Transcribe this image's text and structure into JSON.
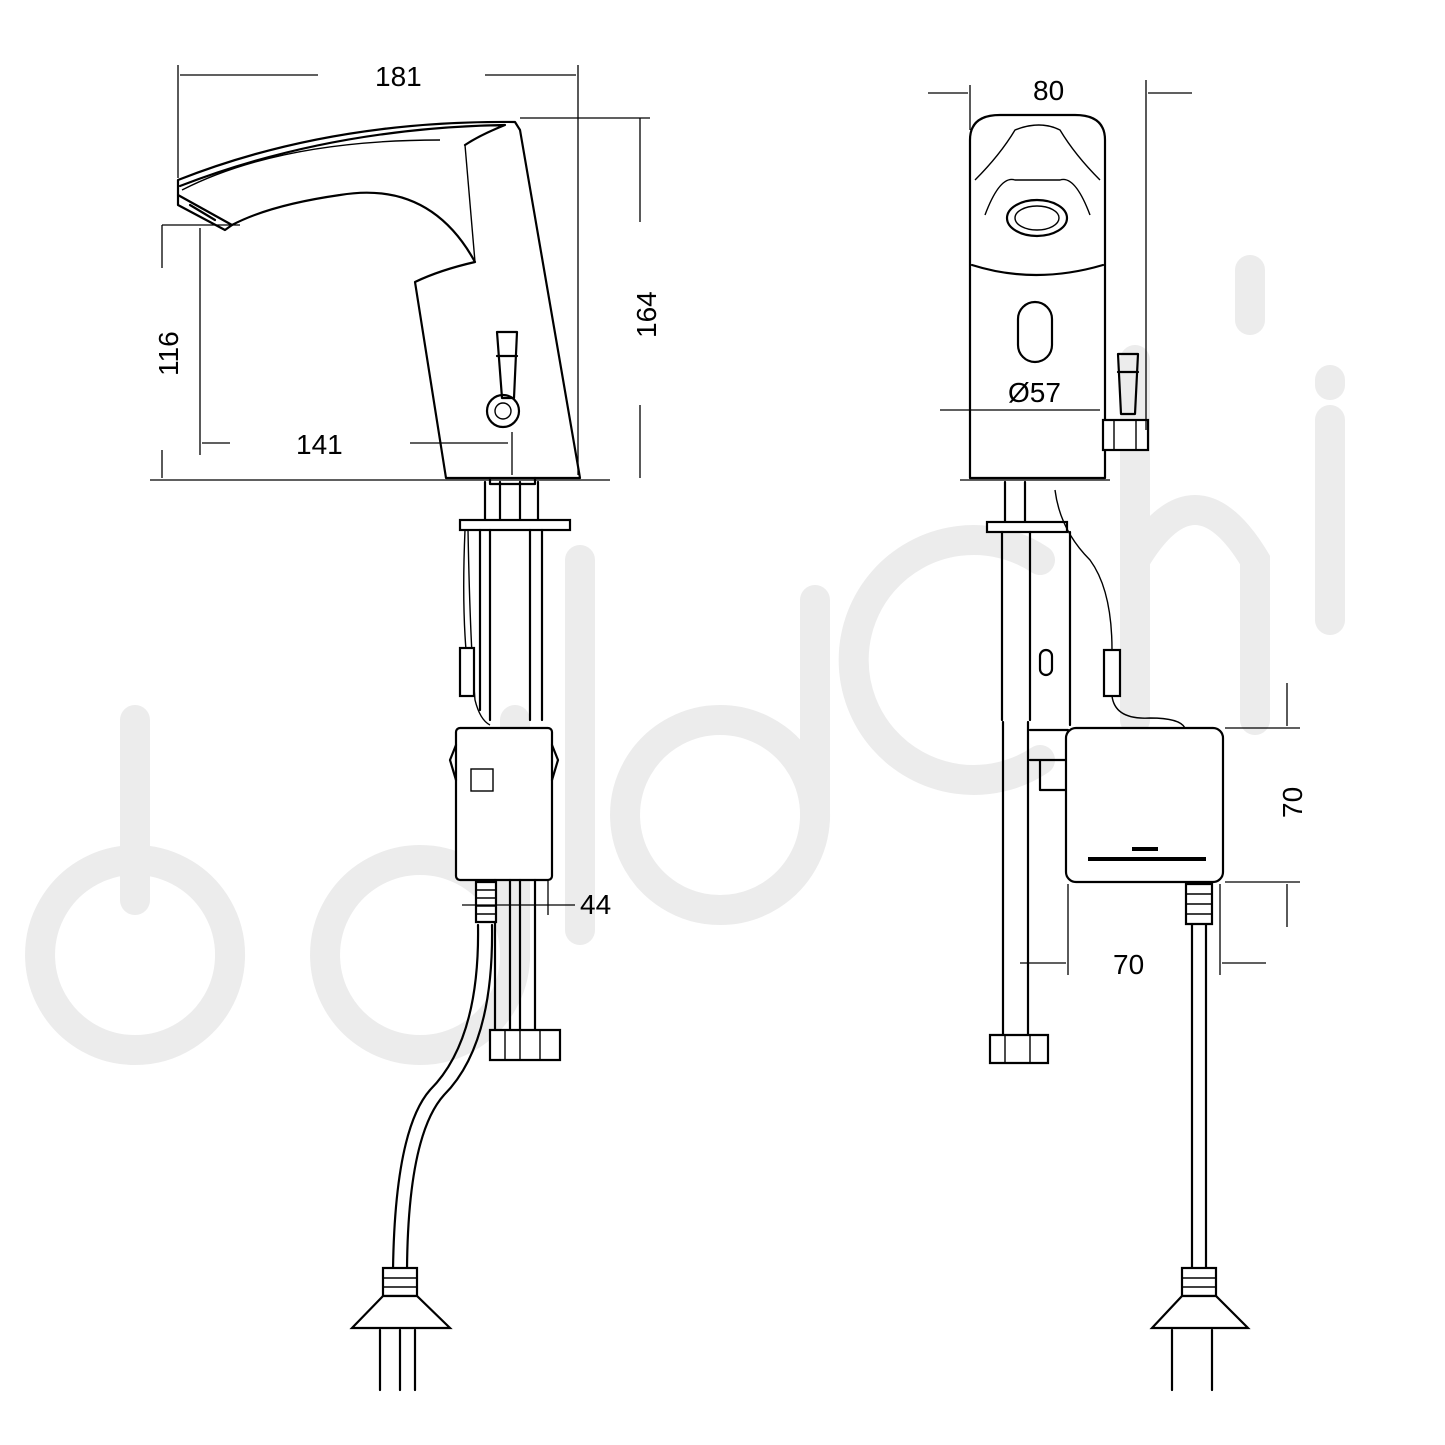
{
  "watermark": "baiachi",
  "side_view": {
    "dimensions": {
      "width_total": "181",
      "spout_height": "116",
      "spout_reach": "141",
      "total_height": "164",
      "box_depth": "44"
    }
  },
  "front_view": {
    "dimensions": {
      "width": "80",
      "base_diameter": "Ø57",
      "box_height": "70",
      "box_width": "70"
    }
  },
  "colors": {
    "line": "#000000",
    "watermark": "#ececec",
    "background": "#ffffff"
  }
}
